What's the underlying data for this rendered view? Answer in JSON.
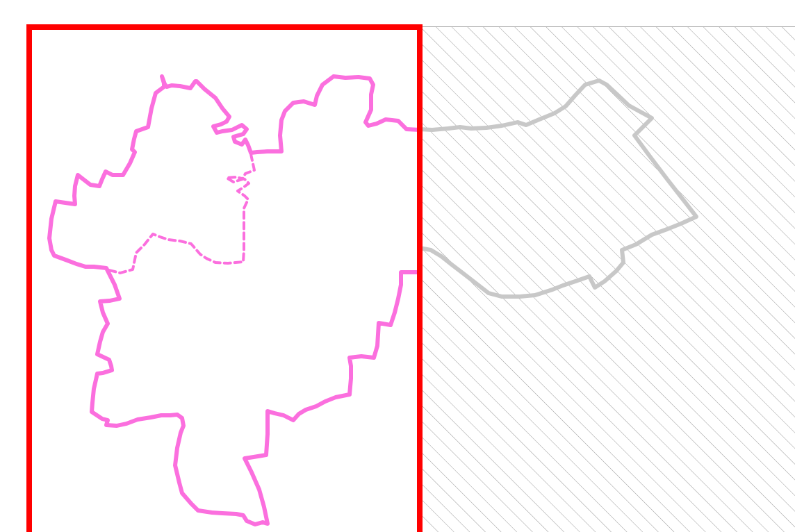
{
  "map": {
    "colors": {
      "background": "#ffffff",
      "selection_frame": "#ff0000",
      "active_region": "#fb6fde",
      "excluded_region": "#c8c8c8",
      "hatch": "#9a9a9a",
      "hatch_frame": "#a6a6a6"
    },
    "layers": [
      "hatched-excluded-area",
      "excluded-region-outline",
      "active-region-outline",
      "active-region-internal-boundary",
      "selection-frame"
    ]
  }
}
